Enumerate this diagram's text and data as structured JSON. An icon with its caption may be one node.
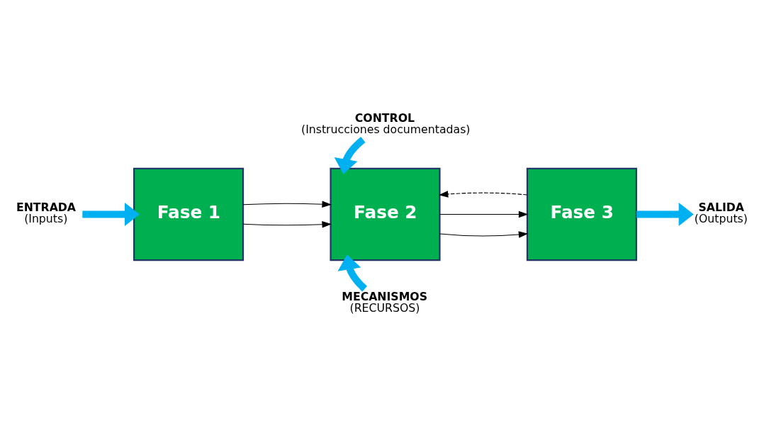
{
  "diagram": {
    "nodes": [
      {
        "text": [
          "ENTRADA",
          "(Inputs)"
        ]
      },
      {
        "text": [
          "Fase 1"
        ]
      },
      {
        "text": [
          "Fase 2"
        ]
      },
      {
        "text": [
          "Fase 3"
        ]
      },
      {
        "text": [
          "SALIDA",
          "(Outputs)"
        ]
      },
      {
        "text": [
          "CONTROL",
          "(Instrucciones documentadas)"
        ]
      },
      {
        "text": [
          "MECANISMOS",
          "(RECURSOS)"
        ]
      }
    ],
    "edges": [
      {
        "from": 0,
        "to": 1,
        "arrow": "to",
        "style": "thick",
        "color": "#00b0f0"
      },
      {
        "from": 1,
        "to": 2,
        "arrow": "to"
      },
      {
        "from": 1,
        "to": 2,
        "arrow": "to"
      },
      {
        "from": 2,
        "to": 3,
        "arrow": "to"
      },
      {
        "from": 2,
        "to": 3,
        "arrow": "to"
      },
      {
        "from": 3,
        "to": 4,
        "arrow": "to",
        "style": "thick",
        "color": "#00b0f0"
      },
      {
        "from": 3,
        "to": 2,
        "arrow": "to",
        "style": "dashed"
      },
      {
        "from": 5,
        "to": 2,
        "arrow": "to",
        "style": "thick",
        "color": "#00b0f0"
      },
      {
        "from": 6,
        "to": 2,
        "arrow": "to",
        "style": "thick",
        "color": "#00b0f0"
      }
    ]
  }
}
